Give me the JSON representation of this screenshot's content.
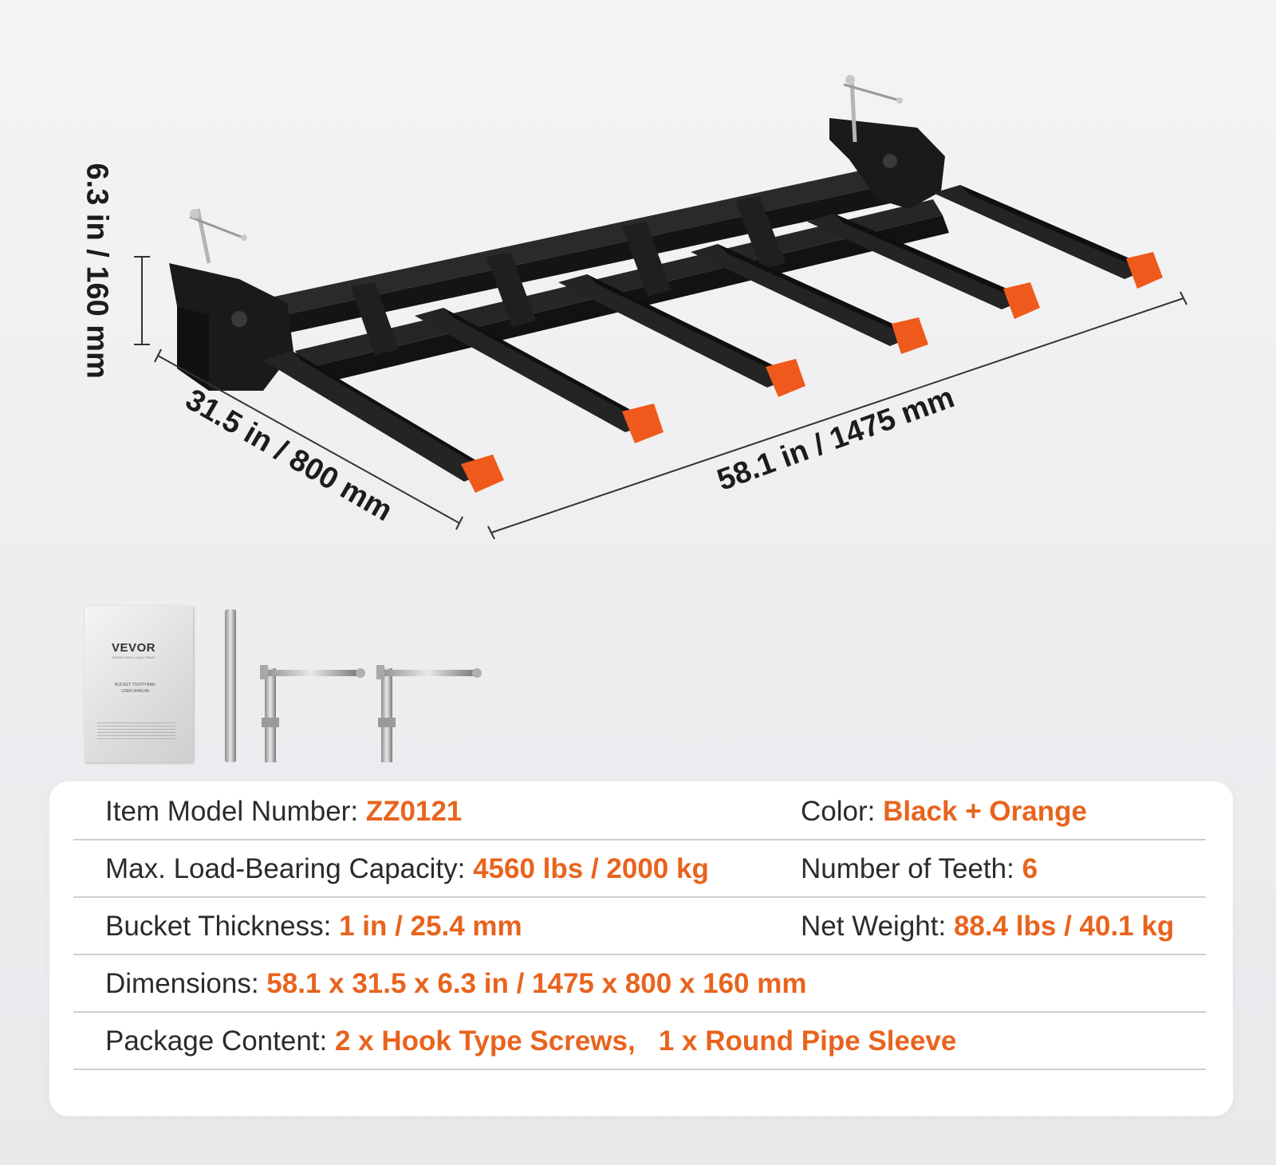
{
  "dimensions": {
    "height_label": "6.3 in / 160 mm",
    "depth_label": "31.5 in / 800 mm",
    "width_label": "58.1 in / 1475 mm"
  },
  "manual": {
    "brand": "VEVOR",
    "tagline": "TOUGH TOOLS, HALF PRICE",
    "title_line1": "BUCKET TOOTH BAR",
    "title_line2": "USER MANUAL"
  },
  "specs": {
    "model": {
      "label": "Item Model Number: ",
      "value": "ZZ0121"
    },
    "color": {
      "label": "Color: ",
      "value": "Black + Orange"
    },
    "capacity": {
      "label": "Max. Load-Bearing Capacity: ",
      "value": "4560 lbs / 2000 kg"
    },
    "teeth": {
      "label": "Number of Teeth: ",
      "value": "6"
    },
    "thickness": {
      "label": "Bucket Thickness: ",
      "value": "1 in / 25.4 mm"
    },
    "weight": {
      "label": "Net Weight: ",
      "value": "88.4 lbs / 40.1 kg"
    },
    "dimensions": {
      "label": "Dimensions: ",
      "value": "58.1 x 31.5 x 6.3 in / 1475 x 800 x 160 mm"
    },
    "package": {
      "label": "Package Content: ",
      "value": "2 x Hook Type Screws,   1 x Round Pipe Sleeve"
    }
  },
  "colors": {
    "accent": "#e8641e",
    "frame": "#1e1e1e",
    "tip": "#ef5a1c"
  }
}
